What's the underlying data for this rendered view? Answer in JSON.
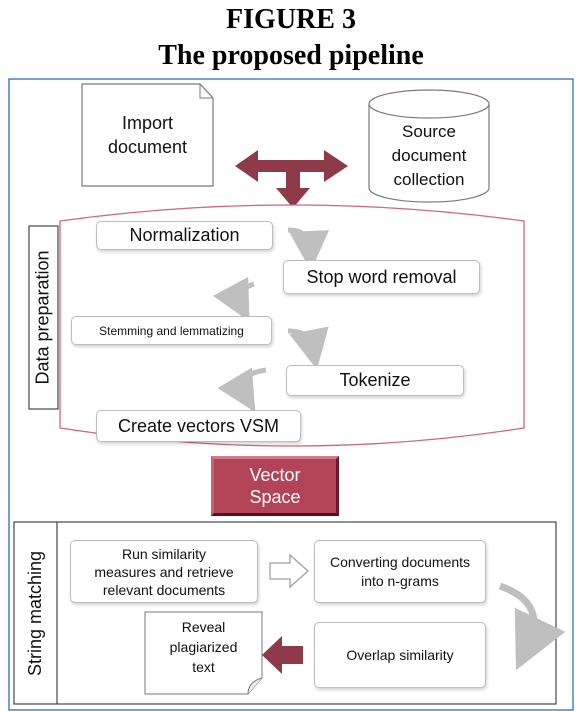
{
  "figure": {
    "heading": "FIGURE 3",
    "subtitle": "The proposed pipeline"
  },
  "top": {
    "import_document": "Import\ndocument",
    "source_collection": "Source\ndocument\ncollection"
  },
  "data_preparation": {
    "section_label": "Data preparation",
    "steps": [
      "Normalization",
      "Stop word removal",
      "Stemming and lemmatizing",
      "Tokenize",
      "Create vectors VSM"
    ]
  },
  "vector_space": {
    "label": "Vector\nSpace"
  },
  "string_matching": {
    "section_label": "String matching",
    "run_similarity": "Run similarity\nmeasures and retrieve\nrelevant documents",
    "converting": "Converting documents\ninto n-grams",
    "overlap": "Overlap similarity",
    "reveal": "Reveal\nplagiarized\ntext"
  },
  "colors": {
    "accent": "#8e3a48",
    "vector_space_fill": "#b34458",
    "box_border": "#bdbdbd",
    "outline": "#2c6fb5",
    "curved_arrow": "#bfbfbf"
  }
}
